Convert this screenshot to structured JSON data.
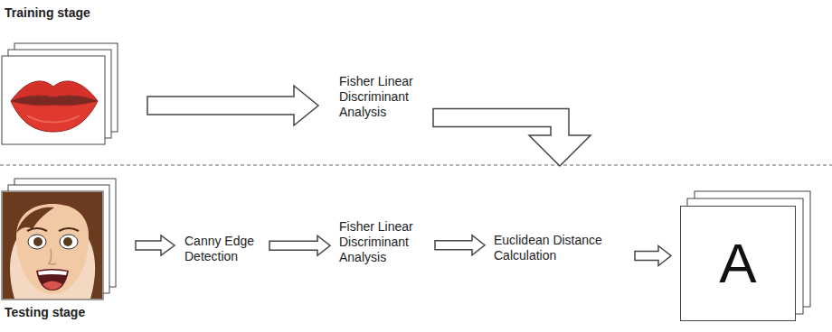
{
  "diagram": {
    "nodes": [
      {
        "text": [
          "Fisher Linear Discriminant Analysis"
        ]
      },
      {
        "text": [
          "Canny Edge Detection"
        ]
      },
      {
        "text": [
          "Fisher Linear Discriminant Analysis"
        ]
      },
      {
        "text": [
          "Euclidean Distance Calculation"
        ]
      },
      {
        "text": [
          "A"
        ]
      }
    ],
    "edges": [
      {
        "from": 0,
        "to": 3,
        "arrow": "to"
      },
      {
        "from": 1,
        "to": 2,
        "arrow": "to"
      },
      {
        "from": 2,
        "to": 3,
        "arrow": "to"
      },
      {
        "from": 3,
        "to": 4,
        "arrow": "to"
      }
    ],
    "labels": [
      "Training stage",
      "Testing stage"
    ]
  }
}
